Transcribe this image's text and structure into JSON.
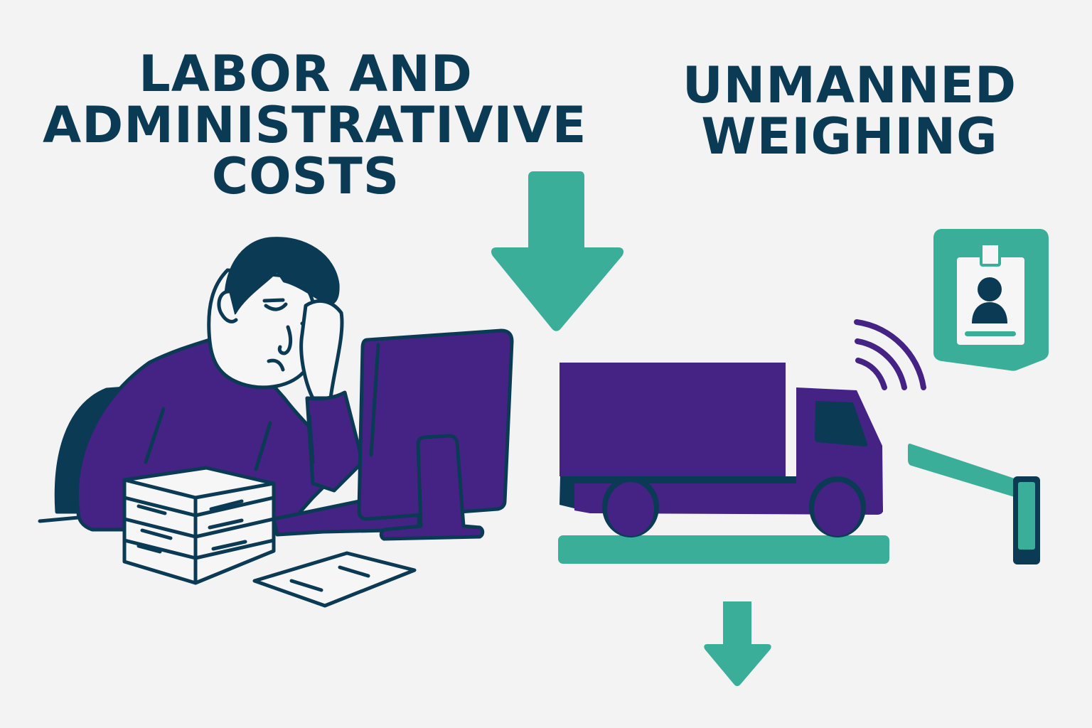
{
  "left_panel": {
    "title_lines": [
      "LABOR AND",
      "ADMINISTRATIVIVE",
      "COSTS"
    ],
    "illustration": "tired-office-worker-with-paperwork-and-computer"
  },
  "right_panel": {
    "title_lines": [
      "UNMANNED",
      "WEIGHING"
    ],
    "illustration": "truck-on-weighbridge-with-id-badge-and-barrier"
  },
  "icons": {
    "top_arrow": "arrow-down-icon",
    "bottom_arrow": "arrow-down-icon",
    "badge": "id-badge-icon",
    "signal": "wireless-signal-icon",
    "barrier": "boom-barrier-icon"
  },
  "colors": {
    "background": "#f3f3f3",
    "navy": "#0b3a55",
    "purple": "#452384",
    "teal": "#3aae99",
    "white": "#f6f6f6"
  }
}
